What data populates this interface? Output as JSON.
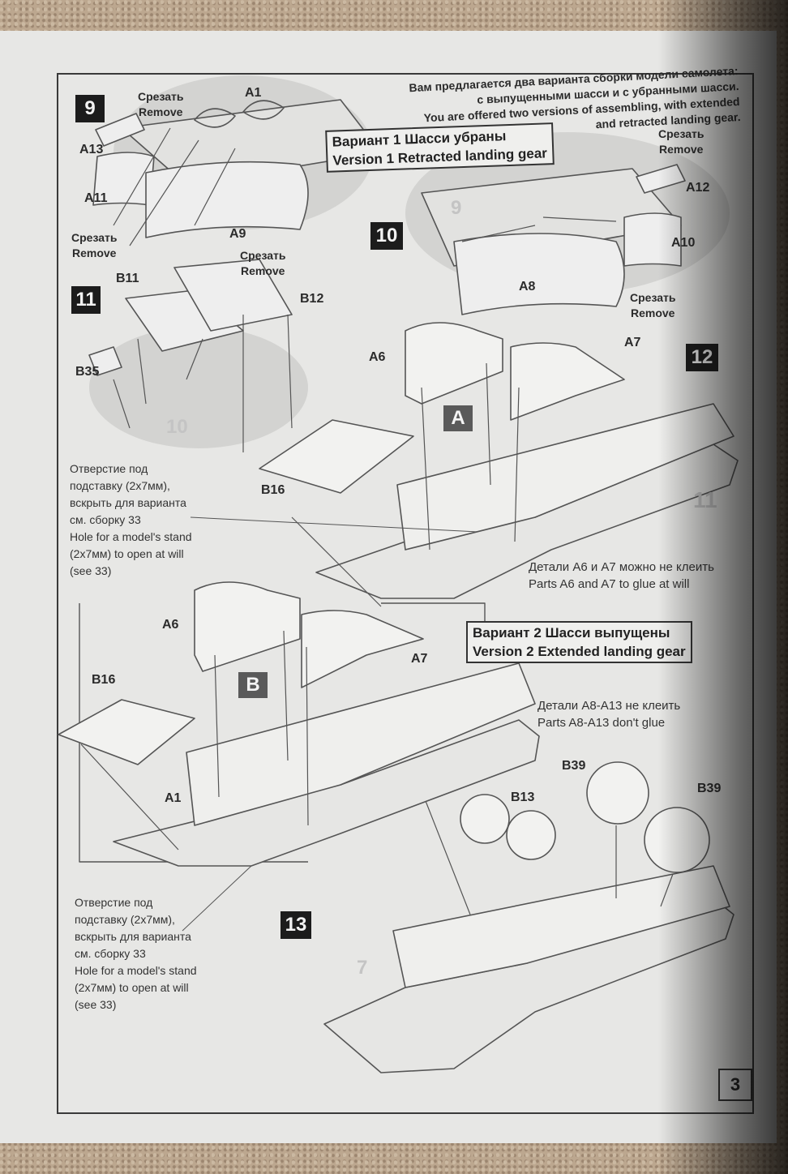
{
  "intro": {
    "ru": [
      "Вам предлагается два варианта сборки модели самолета:",
      "с выпущенными шасси и с убранными шасси."
    ],
    "en": [
      "You are offered two versions of assembling, with extended",
      "and retracted landing gear."
    ]
  },
  "version1": {
    "ru": "Вариант 1 Шасси убраны",
    "en": "Version 1 Retracted landing gear"
  },
  "version2": {
    "ru": "Вариант 2 Шасси выпущены",
    "en": "Version 2 Extended landing gear"
  },
  "remove": {
    "ru": "Срезать",
    "en": "Remove"
  },
  "steps": {
    "s9": "9",
    "s10": "10",
    "s11": "11",
    "s12": "12",
    "s13": "13"
  },
  "ghost_numbers": {
    "g9": "9",
    "g10": "10",
    "g11": "11",
    "g7": "7"
  },
  "variant_badges": {
    "a": "A",
    "b": "B"
  },
  "parts": {
    "a1": "A1",
    "a6": "A6",
    "a7": "A7",
    "a8": "A8",
    "a9": "A9",
    "a10": "A10",
    "a11": "A11",
    "a12": "A12",
    "a13": "A13",
    "b11": "B11",
    "b12": "B12",
    "b13": "B13",
    "b16": "B16",
    "b35": "B35",
    "b39": "B39"
  },
  "stand_note": {
    "ru": [
      "Отверстие под",
      "подставку (2х7мм),",
      "вскрыть для варианта",
      "см. сборку 33"
    ],
    "en": [
      "Hole for a model's stand",
      "(2х7мм) to open at will",
      "(see 33)"
    ]
  },
  "note_a6a7": {
    "ru": "Детали А6 и А7 можно не клеить",
    "en": "Parts A6 and A7 to glue at will"
  },
  "note_a8a13": {
    "ru": "Детали А8-А13 не клеить",
    "en": "Parts A8-A13 don't glue"
  },
  "page_number": "3"
}
